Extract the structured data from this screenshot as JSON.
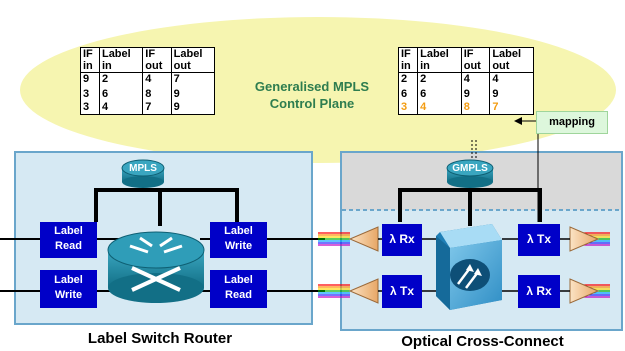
{
  "control_plane_label": [
    "Generalised MPLS",
    "Control Plane"
  ],
  "mapping_label": "mapping",
  "left_table": {
    "headers": [
      [
        "IF",
        "in"
      ],
      [
        "Label",
        "in"
      ],
      [
        "IF",
        "out"
      ],
      [
        "Label",
        "out"
      ]
    ],
    "rows": [
      [
        "9",
        "2",
        "4",
        "7"
      ],
      [
        "3",
        "6",
        "8",
        "9"
      ],
      [
        "3",
        "4",
        "7",
        "9"
      ]
    ]
  },
  "right_table": {
    "headers": [
      [
        "IF",
        "in"
      ],
      [
        "Label",
        "in"
      ],
      [
        "IF",
        "out"
      ],
      [
        "Label",
        "out"
      ]
    ],
    "rows": [
      [
        "2",
        "2",
        "4",
        "4"
      ],
      [
        "6",
        "6",
        "9",
        "9"
      ],
      [
        "3",
        "4",
        "8",
        "7"
      ]
    ],
    "highlight_row": 2,
    "highlight_color": "#f39c12"
  },
  "lsr": {
    "mpls_label": "MPLS",
    "blocks": [
      [
        "Label",
        "Read"
      ],
      [
        "Label",
        "Write"
      ],
      [
        "Label",
        "Write"
      ],
      [
        "Label",
        "Read"
      ]
    ],
    "caption": "Label Switch Router"
  },
  "oxc": {
    "gmpls_label": "GMPLS",
    "blocks": [
      "λ Rx",
      "λ Tx",
      "λ Tx",
      "λ Rx"
    ],
    "caption": "Optical Cross-Connect"
  },
  "colors": {
    "ellipse": "#f6f5b0",
    "panel_bg": "#d6e9f3",
    "panel_border": "#6aa6cb",
    "block_fill": "#0000c8",
    "router_teal": "#1d8fa8",
    "title_green": "#2e7d4f"
  }
}
